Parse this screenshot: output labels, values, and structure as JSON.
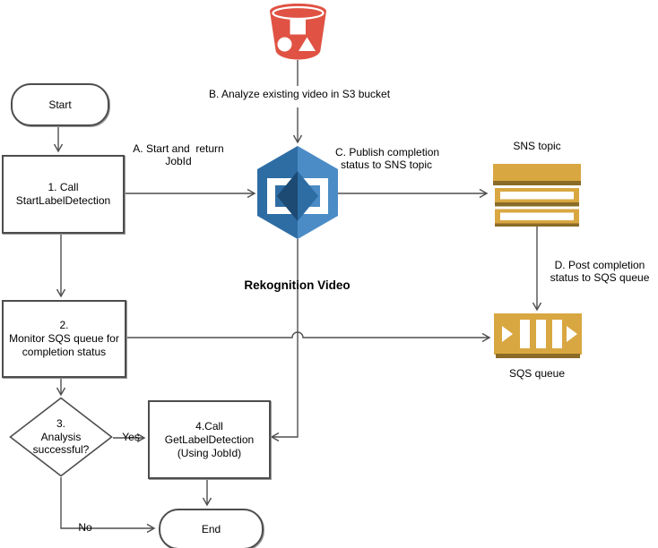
{
  "flowchart": {
    "start": {
      "label": "Start"
    },
    "step1": {
      "lines": [
        "1. Call",
        "StartLabelDetection"
      ]
    },
    "step2": {
      "lines": [
        "2.",
        "Monitor SQS queue for",
        "completion status"
      ]
    },
    "decision": {
      "lines": [
        "3.",
        "Analysis",
        "successful?"
      ]
    },
    "step4": {
      "lines": [
        "4.Call",
        "GetLabelDetection",
        "(Using JobId)"
      ]
    },
    "end": {
      "label": "End"
    },
    "yes_label": "Yes",
    "no_label": "No"
  },
  "annotations": {
    "a": {
      "lines": [
        "A. Start and  return",
        "JobId"
      ]
    },
    "b": {
      "lines": [
        "B. Analyze existing video in S3 bucket"
      ]
    },
    "c": {
      "lines": [
        "C. Publish completion",
        "status to SNS topic"
      ]
    },
    "d": {
      "lines": [
        "D. Post completion",
        "status to SQS queue"
      ]
    }
  },
  "aws": {
    "rekognition_label": "Rekognition Video",
    "sns_label": "SNS topic",
    "sqs_label": "SQS queue"
  },
  "colors": {
    "s3_red": "#E05243",
    "rek_dark": "#2E6DA4",
    "rek_light": "#4C8CC6",
    "rek_deep": "#1C4A73",
    "icon_white": "#FFFFFF",
    "queue_gold": "#D9A741",
    "queue_gold_dark": "#8A6B27"
  }
}
